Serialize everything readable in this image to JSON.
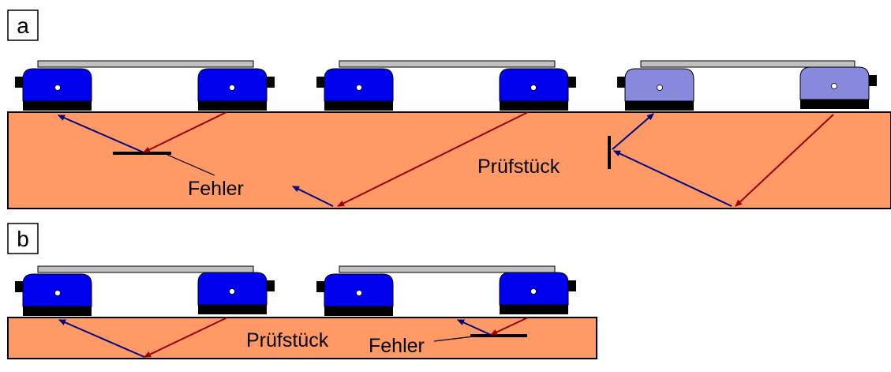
{
  "panel_a": {
    "label": "a",
    "workpiece_label": "Prüfstück",
    "flaw_label": "Fehler"
  },
  "panel_b": {
    "label": "b",
    "workpiece_label": "Prüfstück",
    "flaw_label": "Fehler"
  },
  "colors": {
    "workpiece": "#FF9966",
    "probe_active": "#0000EE",
    "probe_inactive": "#8888DD",
    "transmit_ray": "#990000",
    "receive_ray": "#000080",
    "bar": "#C0C0C0",
    "shoe": "#000000"
  }
}
